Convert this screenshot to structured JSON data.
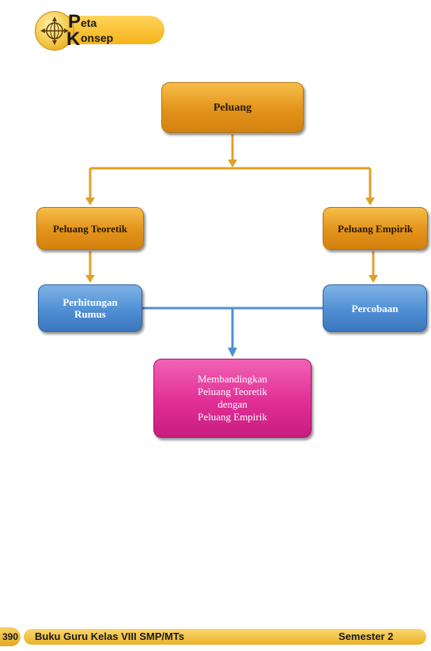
{
  "header": {
    "badge_line1_initial": "P",
    "badge_line1_rest": "eta",
    "badge_line2_initial": "K",
    "badge_line2_rest": "onsep",
    "badge_icon": "compass-icon"
  },
  "diagram": {
    "root": "Peluang",
    "left": "Peluang Teoretik",
    "right": "Peluang Empirik",
    "left_child": "Perhitungan\nRumus",
    "right_child": "Percobaan",
    "result": "Membandingkan\nPeluang Teoretik\ndengan\nPeluang Empirik"
  },
  "colors": {
    "orange": "#e2931a",
    "blue": "#4f8fd3",
    "pink": "#e02f95",
    "connector_orange": "#e0a02a",
    "connector_blue": "#4f8fd3"
  },
  "footer": {
    "page_number": "390",
    "title": "Buku Guru Kelas VIII SMP/MTs",
    "semester": "Semester 2"
  }
}
